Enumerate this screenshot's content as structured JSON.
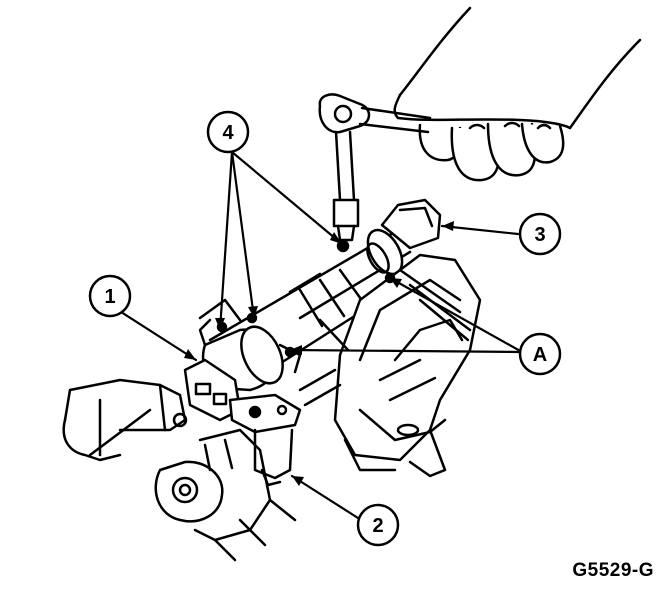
{
  "callouts": {
    "c1": "1",
    "c2": "2",
    "c3": "3",
    "c4": "4",
    "cA": "A"
  },
  "figure_id": "G5529-G",
  "colors": {
    "ink": "#000000",
    "paper": "#ffffff"
  }
}
